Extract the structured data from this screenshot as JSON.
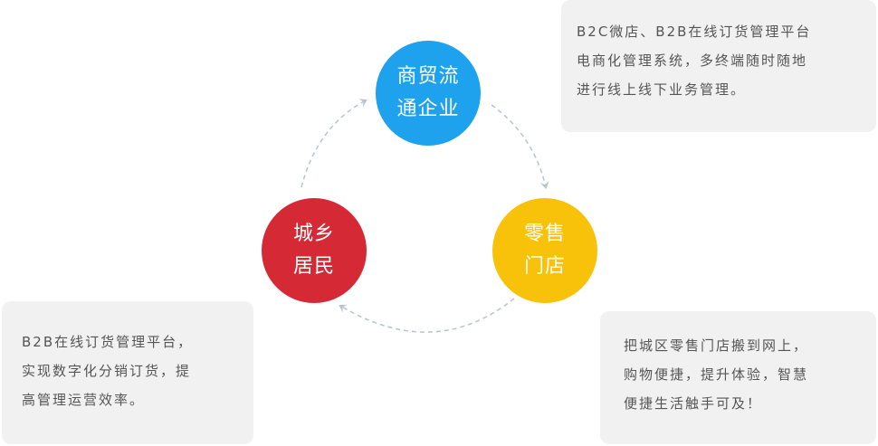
{
  "nodes": {
    "trade": {
      "line1": "商贸流",
      "line2": "通企业",
      "color": "#1ea2ee"
    },
    "retail": {
      "line1": "零售",
      "line2": "门店",
      "color": "#f8c20a"
    },
    "resident": {
      "line1": "城乡",
      "line2": "居民",
      "color": "#d52a36"
    }
  },
  "descriptions": {
    "trade": {
      "lines": [
        "B2C微店、B2B在线订货管理平台",
        "电商化管理系统，多终端随时随地",
        "进行线上线下业务管理。"
      ]
    },
    "resident": {
      "lines": [
        "B2B在线订货管理平台，",
        "实现数字化分销订货，提",
        "高管理运营效率。"
      ]
    },
    "retail": {
      "lines": [
        "把城区零售门店搬到网上，",
        "购物便捷，提升体验，智慧",
        "便捷生活触手可及！"
      ]
    }
  },
  "colors": {
    "arrow": "#b8c4cc",
    "box_bg": "#f1f1f1",
    "box_text": "#555555"
  }
}
